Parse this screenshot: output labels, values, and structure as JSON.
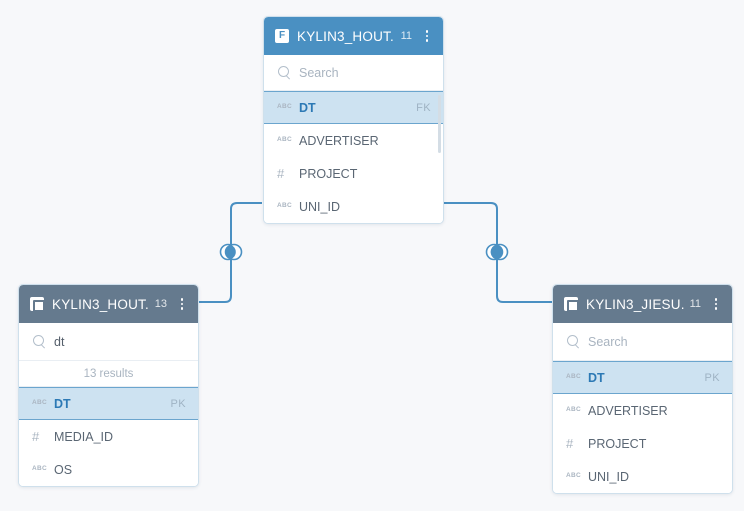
{
  "canvas": {
    "background_color": "#f7f8fa",
    "accent_color": "#4a90c2",
    "lookup_color": "#657a8e",
    "selected_row_color": "#cde2f1"
  },
  "cards": [
    {
      "id": "fact-table",
      "kind": "fact",
      "icon": "fact-table-icon",
      "icon_glyph": "F",
      "title": "KYLIN3_HOUT...",
      "column_count": "11",
      "menu_icon": "kebab-menu-icon",
      "search": {
        "icon": "search-icon",
        "placeholder": "Search",
        "value": ""
      },
      "results_label": "",
      "columns": [
        {
          "name": "DT",
          "type_icon": "abc-type-icon",
          "type": "abc",
          "key": "FK",
          "selected": true
        },
        {
          "name": "ADVERTISER",
          "type_icon": "abc-type-icon",
          "type": "abc",
          "key": "",
          "selected": false
        },
        {
          "name": "PROJECT",
          "type_icon": "number-type-icon",
          "type": "num",
          "key": "",
          "selected": false
        },
        {
          "name": "UNI_ID",
          "type_icon": "abc-type-icon",
          "type": "abc",
          "key": "",
          "selected": false
        }
      ]
    },
    {
      "id": "lookup-table-left",
      "kind": "lookup",
      "icon": "lookup-table-icon",
      "icon_glyph": "",
      "title": "KYLIN3_HOUT...",
      "column_count": "13",
      "menu_icon": "kebab-menu-icon",
      "search": {
        "icon": "search-icon",
        "placeholder": "Search",
        "value": "dt"
      },
      "results_label": "13 results",
      "columns": [
        {
          "name": "DT",
          "type_icon": "abc-type-icon",
          "type": "abc",
          "key": "PK",
          "selected": true
        },
        {
          "name": "MEDIA_ID",
          "type_icon": "number-type-icon",
          "type": "num",
          "key": "",
          "selected": false
        },
        {
          "name": "OS",
          "type_icon": "abc-type-icon",
          "type": "abc",
          "key": "",
          "selected": false
        }
      ]
    },
    {
      "id": "lookup-table-right",
      "kind": "lookup",
      "icon": "lookup-table-icon",
      "icon_glyph": "",
      "title": "KYLIN3_JIESU...",
      "column_count": "11",
      "menu_icon": "kebab-menu-icon",
      "search": {
        "icon": "search-icon",
        "placeholder": "Search",
        "value": ""
      },
      "results_label": "",
      "columns": [
        {
          "name": "DT",
          "type_icon": "abc-type-icon",
          "type": "abc",
          "key": "PK",
          "selected": true
        },
        {
          "name": "ADVERTISER",
          "type_icon": "abc-type-icon",
          "type": "abc",
          "key": "",
          "selected": false
        },
        {
          "name": "PROJECT",
          "type_icon": "number-type-icon",
          "type": "num",
          "key": "",
          "selected": false
        },
        {
          "name": "UNI_ID",
          "type_icon": "abc-type-icon",
          "type": "abc",
          "key": "",
          "selected": false
        }
      ]
    }
  ],
  "joins": [
    {
      "id": "join-left",
      "icon": "join-relationship-icon"
    },
    {
      "id": "join-right",
      "icon": "join-relationship-icon"
    }
  ]
}
